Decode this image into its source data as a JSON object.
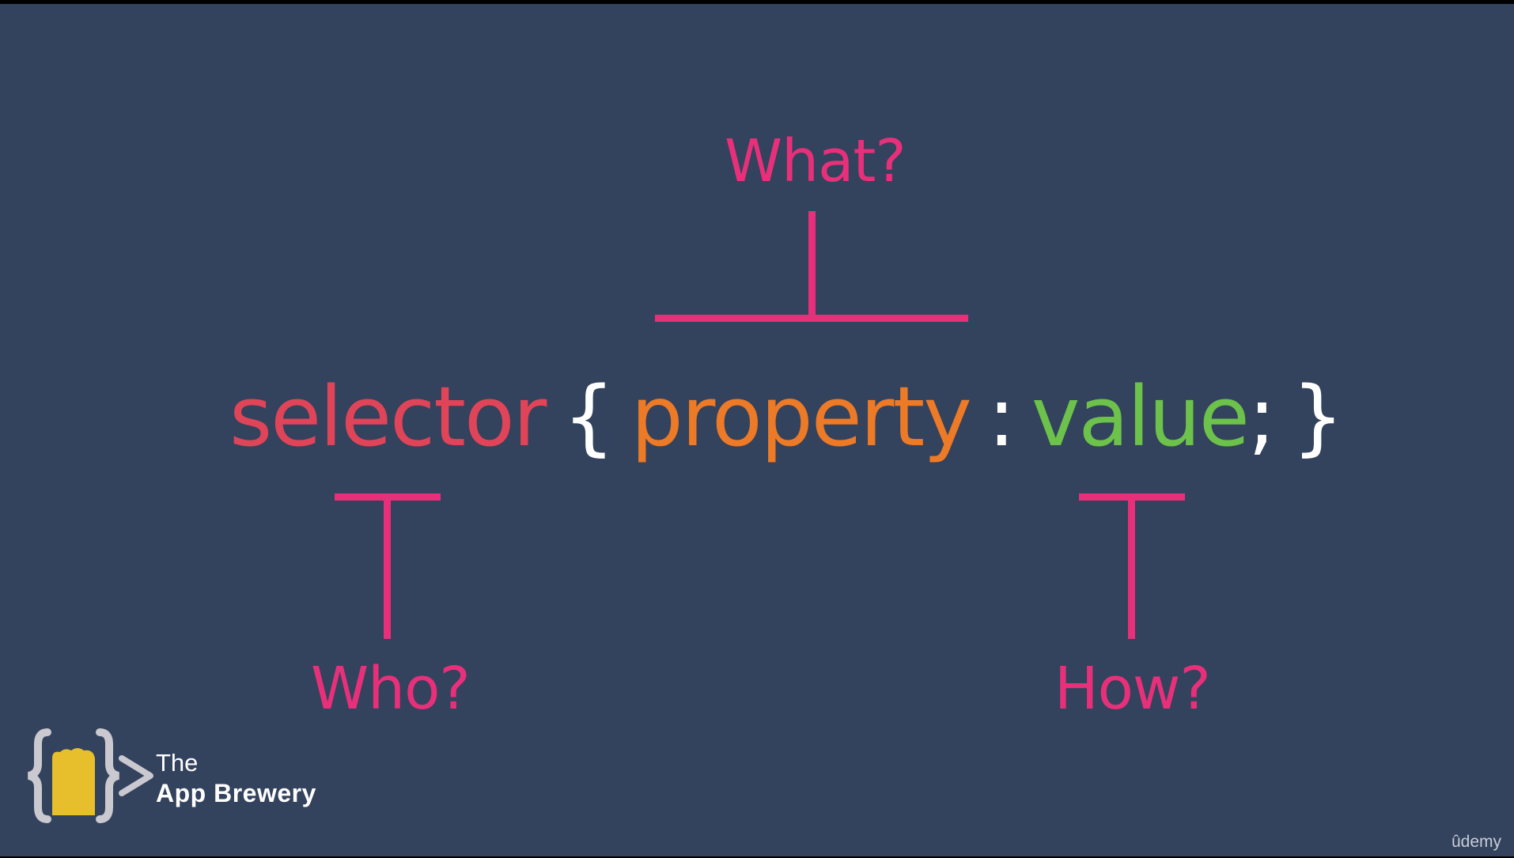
{
  "colors": {
    "background": "#33425d",
    "accent_pink": "#e8307a",
    "selector_red": "#e04458",
    "property_orange": "#ec7a26",
    "value_green": "#6cc24a",
    "punctuation_white": "#ffffff",
    "logo_yellow": "#e7bf2c",
    "logo_grey": "#c9c9cf"
  },
  "labels": {
    "what": "What?",
    "who": "Who?",
    "how": "How?"
  },
  "code": {
    "selector": "selector",
    "open_brace": "{",
    "property": "property",
    "colon": ":",
    "value": "value",
    "semicolon": ";",
    "close_brace": "}"
  },
  "logo": {
    "icon": "app-brewery-logo-icon",
    "line1": "The",
    "line2": "App Brewery"
  },
  "watermark": {
    "text": "ûdemy"
  }
}
